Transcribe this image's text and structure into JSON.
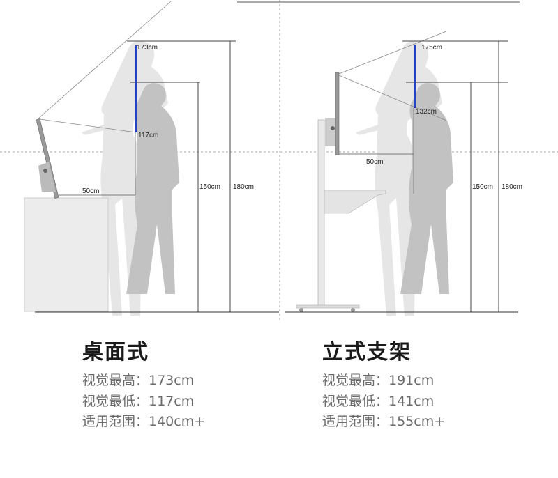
{
  "desktop": {
    "dims": {
      "eye_high": "173cm",
      "eye_low": "117cm",
      "distance": "50cm",
      "person_short": "150cm",
      "person_tall": "180cm"
    },
    "title": "桌面式",
    "specs": [
      "视觉最高：173cm",
      "视觉最低：117cm",
      "适用范围：140cm+"
    ]
  },
  "stand": {
    "dims": {
      "eye_high": "175cm",
      "eye_low": "132cm",
      "distance": "50cm",
      "person_short": "150cm",
      "person_tall": "180cm"
    },
    "title": "立式支架",
    "specs": [
      "视觉最高：191cm",
      "视觉最低：141cm",
      "适用范围：155cm+"
    ]
  },
  "colors": {
    "sightline_blue": "#1a3ff0",
    "silhouette_light": "#e3e3e3",
    "silhouette_dark": "#bdbdbd"
  }
}
